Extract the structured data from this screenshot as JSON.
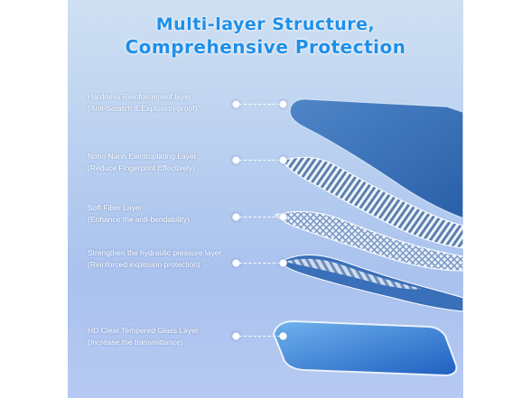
{
  "heading": {
    "line1": "Multi-layer Structure,",
    "line2": "Comprehensive Protection"
  },
  "layers": [
    {
      "name": "Hardness Reinforcement layer",
      "desc": "(Anti-Scratch & Explosion-proof)"
    },
    {
      "name": "Nono Nano Electroplating Layer",
      "desc": "(Reduce Fingerprint Effectively)"
    },
    {
      "name": "Soft Fiber Layer",
      "desc": "(Enhance the anti-bendability)"
    },
    {
      "name": "Strengthen the hydraulic pressure layer",
      "desc": "(Reinforced explosion protection)"
    },
    {
      "name": "HD Clear Tempered Glass Layer",
      "desc": "(Increase the transmittance)"
    }
  ],
  "colors": {
    "title": "#1f8fe8",
    "panel_top": "#cfe0f2",
    "panel_bottom": "#b7c9f2",
    "glass": "#2f6fc4"
  }
}
